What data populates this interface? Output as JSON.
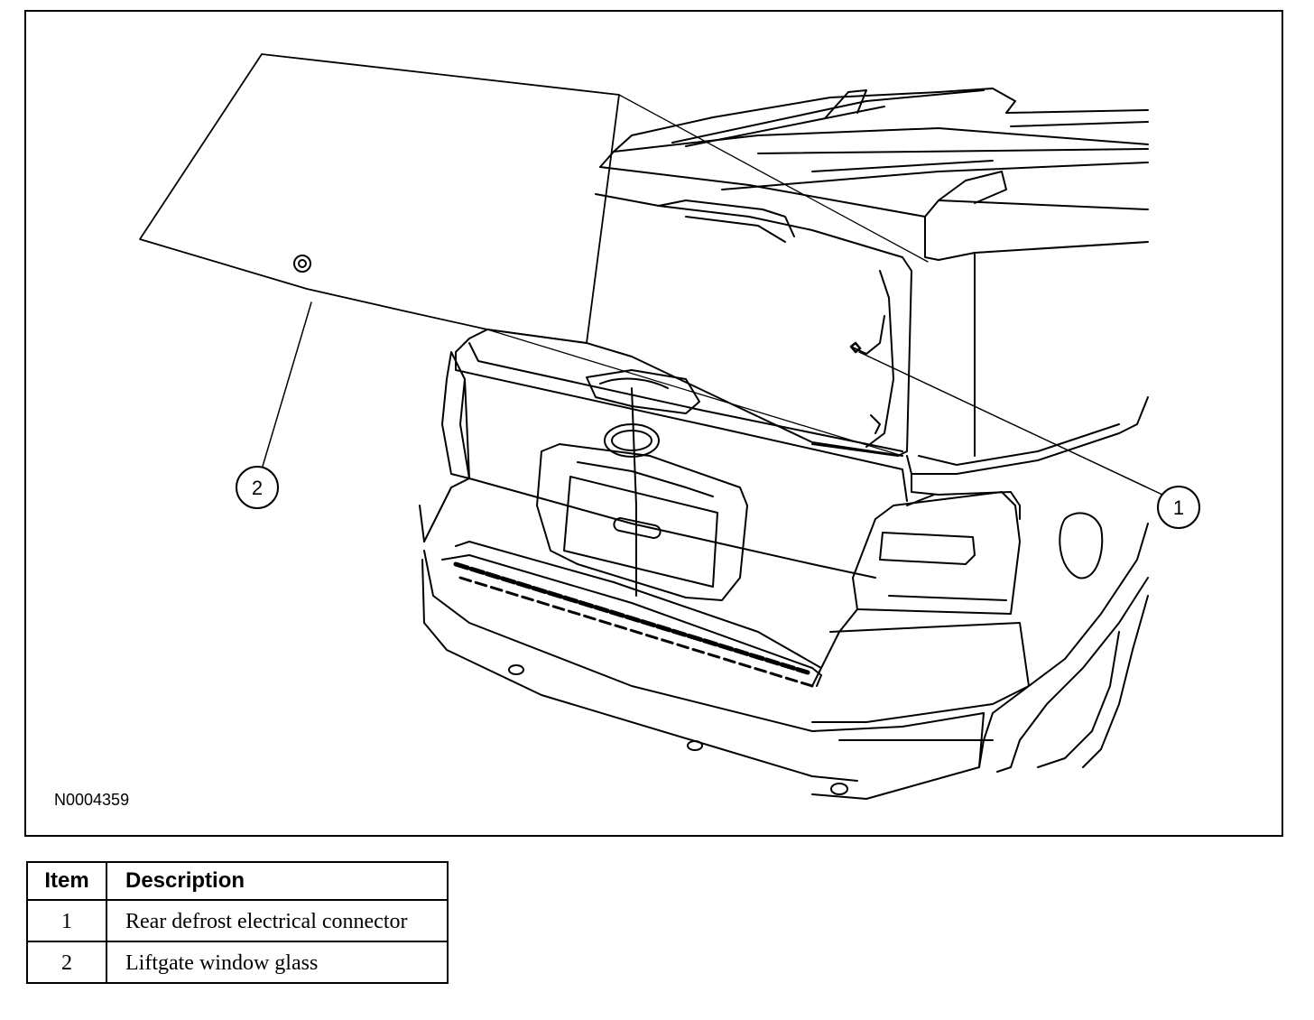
{
  "figure": {
    "id_label": "N0004359",
    "callouts": [
      {
        "number": "1"
      },
      {
        "number": "2"
      }
    ]
  },
  "legend": {
    "headers": {
      "item": "Item",
      "description": "Description"
    },
    "rows": [
      {
        "item": "1",
        "description": "Rear defrost electrical connector"
      },
      {
        "item": "2",
        "description": "Liftgate window glass"
      }
    ]
  }
}
